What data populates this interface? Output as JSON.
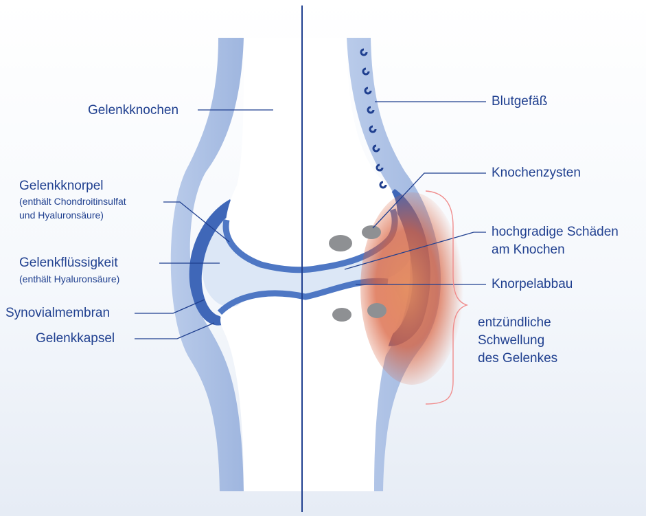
{
  "labels": {
    "gelenkknochen": "Gelenkknochen",
    "gelenkknorpel": "Gelenkknorpel",
    "gelenkknorpel_note1": "(enthält Chondroitinsulfat",
    "gelenkknorpel_note2": "und Hyaluronsäure)",
    "gelenkfluessigkeit": "Gelenkflüssigkeit",
    "gelenkfluessigkeit_note": "(enthält Hyaluronsäure)",
    "synovialmembran": "Synovialmembran",
    "gelenkkapsel": "Gelenkkapsel",
    "blutgefaess": "Blutgefäß",
    "knochenzysten": "Knochenzysten",
    "schaeden_1": "hochgradige Schäden",
    "schaeden_2": "am Knochen",
    "knorpelabbau": "Knorpelabbau",
    "schwellung_1": "entzündliche",
    "schwellung_2": "Schwellung",
    "schwellung_3": "des Gelenkes"
  },
  "colors": {
    "text": "#1f3f8f",
    "outer_tissue": "#a9bfe3",
    "capsule": "#3f67b8",
    "cartilage": "#4e77c4",
    "fluid": "#dce7f6",
    "bone": "#ffffff",
    "inflammation": "#d9603c",
    "cyst": "#8e9093",
    "bracket": "#f08c8c"
  }
}
